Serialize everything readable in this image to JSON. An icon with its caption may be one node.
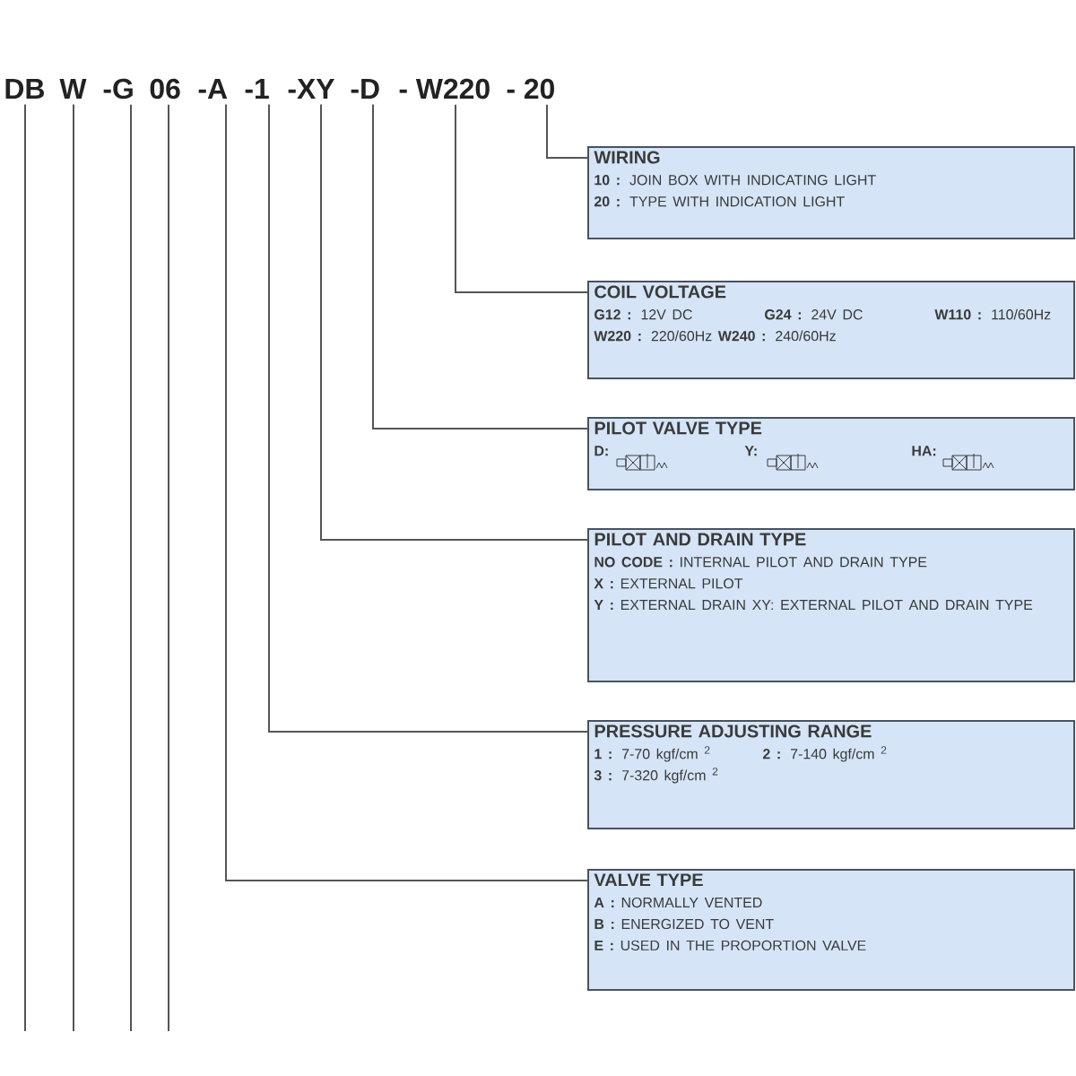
{
  "diagram": {
    "nodes": [
      {
        "text": [
          "DB"
        ]
      },
      {
        "text": [
          "W"
        ]
      },
      {
        "text": [
          "-G"
        ]
      },
      {
        "text": [
          "06"
        ]
      },
      {
        "text": [
          "-A"
        ]
      },
      {
        "text": [
          "-1"
        ]
      },
      {
        "text": [
          "-XY"
        ]
      },
      {
        "text": [
          "-D"
        ]
      },
      {
        "text": [
          "- W220"
        ]
      },
      {
        "text": [
          "- 20"
        ]
      },
      {
        "text": [
          "WIRING",
          "**10 :** JOIN BOX WITH INDICATING LIGHT",
          "**20 :** TYPE WITH INDICATION LIGHT"
        ]
      },
      {
        "text": [
          "COIL VOLTAGE",
          "**G12 :** 12V DC",
          "**G24 :** 24V DC",
          "**W110 :** 110/60Hz",
          "**W220 :** 220/60Hz",
          "**W240 :** 240/60Hz"
        ]
      },
      {
        "text": [
          "PILOT VALVE TYPE",
          "**D:**",
          "**Y:**",
          "**HA:**"
        ]
      },
      {
        "text": [
          "PILOT AND DRAIN TYPE",
          "**NO CODE :** INTERNAL PILOT AND DRAIN TYPE",
          "**X :** EXTERNAL PILOT",
          "**Y :** EXTERNAL DRAIN  XY: EXTERNAL PILOT AND DRAIN TYPE"
        ]
      },
      {
        "text": [
          "PRESSURE ADJUSTING RANGE",
          "**1 :** 7-70 kgf/cm $^{2}$",
          "**2 :** 7-140 kgf/cm $^{2}$",
          "**3 :** 7-320 kgf/cm $^{2}$"
        ]
      },
      {
        "text": [
          "VALVE TYPE",
          "**A :** NORMALLY VENTED",
          "**B :** ENERGIZED TO VENT",
          "**E :** USED IN THE PROPORTION VALVE"
        ]
      }
    ],
    "edges": [
      {
        "from": 0,
        "to": null,
        "arrow": "none"
      },
      {
        "from": 1,
        "to": null,
        "arrow": "none"
      },
      {
        "from": 2,
        "to": null,
        "arrow": "none"
      },
      {
        "from": 3,
        "to": null,
        "arrow": "none"
      },
      {
        "from": 4,
        "to": 15,
        "arrow": "none"
      },
      {
        "from": 5,
        "to": 14,
        "arrow": "none"
      },
      {
        "from": 6,
        "to": 13,
        "arrow": "none"
      },
      {
        "from": 7,
        "to": 12,
        "arrow": "none"
      },
      {
        "from": 8,
        "to": 11,
        "arrow": "none"
      },
      {
        "from": 9,
        "to": 10,
        "arrow": "none"
      }
    ]
  }
}
